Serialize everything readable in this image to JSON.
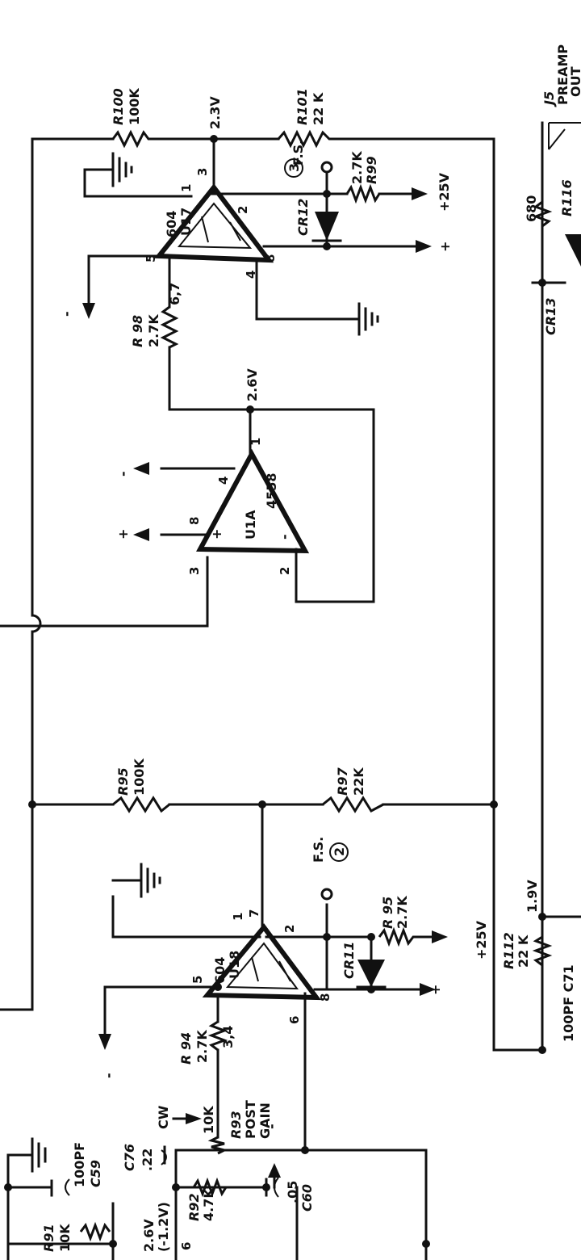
{
  "labels": {
    "r100_ref": "R100",
    "r100_val": "100K",
    "v_2_3": "2.3V",
    "r101_ref": "R101",
    "r101_val": "22 K",
    "j5_ref": "J5",
    "j5_name": "PREAMP",
    "j5_name2": "OUT",
    "fs": "F.S.",
    "fs3_num": "3",
    "fs2_num": "2",
    "r99_val": "2.7K",
    "r99_ref": "R99",
    "plus25v": "+25V",
    "r116_val": "680",
    "r116_ref": "R116",
    "u17_type": "604",
    "u17_ref": "U17",
    "cr12": "CR12",
    "cr13": "CR13",
    "minus": "-",
    "plus": "+",
    "r98_ref": "R 98",
    "r98_val": "2.7K",
    "pins_67": "6,7",
    "v_2_6": "2.6V",
    "u1a_type": "4558",
    "u1a_ref": "U1A",
    "r96_ref": "R95",
    "r96_val": "100K",
    "r97_ref": "R97",
    "r97_val": "22K",
    "r95_ref": "R 95",
    "r95_val": "2.7K",
    "cr11": "CR11",
    "u18_type": "604",
    "u18_ref": "U18",
    "v_1_9": "1.9V",
    "r112_ref": "R112",
    "r112_val": "22 K",
    "c71": "100PF C71",
    "r94_ref": "R 94",
    "r94_val": "2.7K",
    "pins_34": "3,4",
    "cw": "CW",
    "r93_val": "10K",
    "r93_ref": "R93",
    "r93_name": "POST",
    "r93_name2": "GAIN",
    "c76_ref": "C76",
    "c76_val": ".22",
    "v_2_6b": "2.6V",
    "v_neg": "(-1.2V)",
    "r92_ref": "R92",
    "r92_val": "4.7K",
    "c60_val": ".05",
    "c60_ref": "C60",
    "r91_ref": "R91",
    "r91_val": "10K",
    "c59_val": "100PF",
    "c59_ref": "C59",
    "p1": "1",
    "p2": "2",
    "p3": "3",
    "p4": "4",
    "p5": "5",
    "p6": "6",
    "p7": "7",
    "p8": "8"
  }
}
